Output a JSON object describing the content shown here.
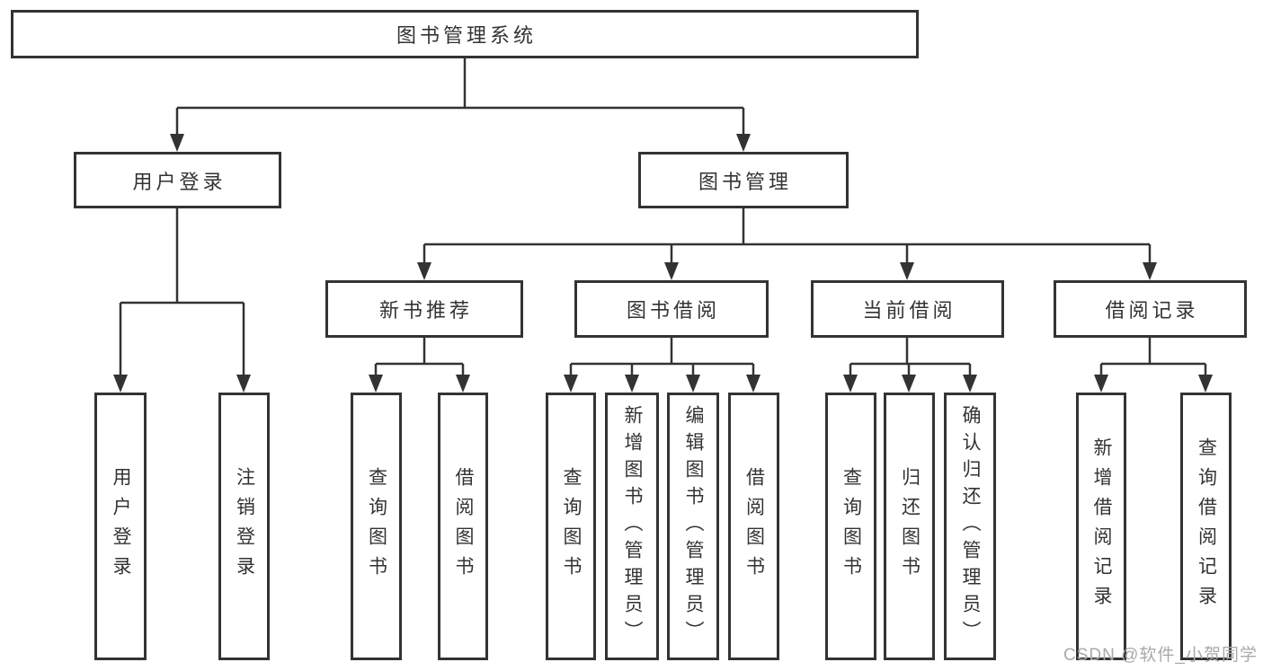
{
  "diagram_type": "org-chart",
  "tree": {
    "label": "图书管理系统",
    "children": [
      {
        "label": "用户登录",
        "children": [
          {
            "label": "用户登录"
          },
          {
            "label": "注销登录"
          }
        ]
      },
      {
        "label": "图书管理",
        "children": [
          {
            "label": "新书推荐",
            "children": [
              {
                "label": "查询图书"
              },
              {
                "label": "借阅图书"
              }
            ]
          },
          {
            "label": "图书借阅",
            "children": [
              {
                "label": "查询图书"
              },
              {
                "label": "新增图书（管理员）"
              },
              {
                "label": "编辑图书（管理员）"
              },
              {
                "label": "借阅图书"
              }
            ]
          },
          {
            "label": "当前借阅",
            "children": [
              {
                "label": "查询图书"
              },
              {
                "label": "归还图书"
              },
              {
                "label": "确认归还（管理员）"
              }
            ]
          },
          {
            "label": "借阅记录",
            "children": [
              {
                "label": "新增借阅记录"
              },
              {
                "label": "查询借阅记录"
              }
            ]
          }
        ]
      }
    ]
  },
  "watermark": {
    "text": "CSDN @软件_小贺同学"
  },
  "colors": {
    "line": "#333333",
    "box_border": "#333333",
    "text": "#333333",
    "watermark": "#a9a9a9",
    "background": "#ffffff"
  }
}
